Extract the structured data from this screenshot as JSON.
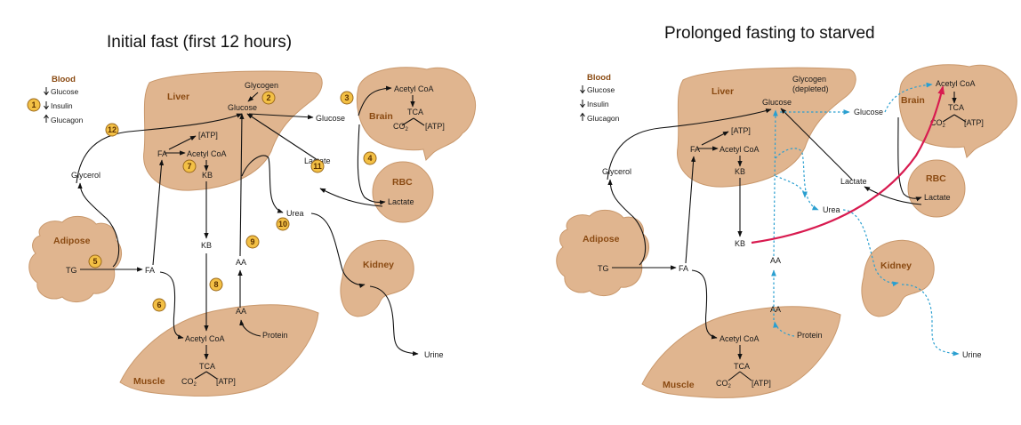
{
  "left_panel": {
    "title": "Initial fast (first 12 hours)",
    "legend": {
      "title": "Blood",
      "glucose": "Glucose",
      "insulin": "Insulin",
      "glucagon": "Glucagon"
    },
    "organs": {
      "liver": "Liver",
      "brain": "Brain",
      "rbc": "RBC",
      "adipose": "Adipose",
      "kidney": "Kidney",
      "muscle": "Muscle"
    },
    "labels": {
      "glycogen": "Glycogen",
      "glucose_liver": "Glucose",
      "glucose_blood": "Glucose",
      "acetyl_coa_brain": "Acetyl CoA",
      "tca_brain": "TCA",
      "co2_brain": "CO",
      "atp_brain": "[ATP]",
      "atp_liver": "[ATP]",
      "fa_liver": "FA",
      "acetyl_coa_liver": "Acetyl CoA",
      "kb_liver": "KB",
      "glycerol": "Glycerol",
      "lactate_blood": "Lactate",
      "lactate_rbc": "Lactate",
      "urea": "Urea",
      "kb_blood": "KB",
      "aa_blood": "AA",
      "aa_muscle": "AA",
      "tg": "TG",
      "fa_blood": "FA",
      "acetyl_coa_muscle": "Acetyl CoA",
      "tca_muscle": "TCA",
      "co2_muscle": "CO",
      "atp_muscle": "[ATP]",
      "protein": "Protein",
      "urine": "Urine"
    },
    "step_numbers": [
      "1",
      "2",
      "3",
      "4",
      "5",
      "6",
      "7",
      "8",
      "9",
      "10",
      "11",
      "12"
    ]
  },
  "right_panel": {
    "title": "Prolonged fasting to starved",
    "legend": {
      "title": "Blood",
      "glucose": "Glucose",
      "insulin": "Insulin",
      "glucagon": "Glucagon"
    },
    "organs": {
      "liver": "Liver",
      "brain": "Brain",
      "rbc": "RBC",
      "adipose": "Adipose",
      "kidney": "Kidney",
      "muscle": "Muscle"
    },
    "labels": {
      "glycogen": "Glycogen",
      "depleted": "(depleted)",
      "glucose_liver": "Glucose",
      "glucose_blood": "Glucose",
      "acetyl_coa_brain": "Acetyl CoA",
      "tca_brain": "TCA",
      "co2_brain": "CO",
      "atp_brain": "[ATP]",
      "atp_liver": "[ATP]",
      "fa_liver": "FA",
      "acetyl_coa_liver": "Acetyl CoA",
      "kb_liver": "KB",
      "glycerol": "Glycerol",
      "lactate_blood": "Lactate",
      "lactate_rbc": "Lactate",
      "urea": "Urea",
      "kb_blood": "KB",
      "aa_blood": "AA",
      "aa_muscle": "AA",
      "tg": "TG",
      "fa_blood": "FA",
      "acetyl_coa_muscle": "Acetyl CoA",
      "tca_muscle": "TCA",
      "co2_muscle": "CO",
      "atp_muscle": "[ATP]",
      "protein": "Protein",
      "urine": "Urine"
    }
  },
  "subscript_2": "2",
  "colors": {
    "organ_fill": "#e0b58f",
    "organ_label": "#8a4a12",
    "badge": "#f3c045",
    "dashed_blue": "#2a9fd0",
    "ketone_red": "#d81b50"
  },
  "icons": {
    "arrow_down": "down-arrow-icon",
    "arrow_up": "up-arrow-icon"
  }
}
